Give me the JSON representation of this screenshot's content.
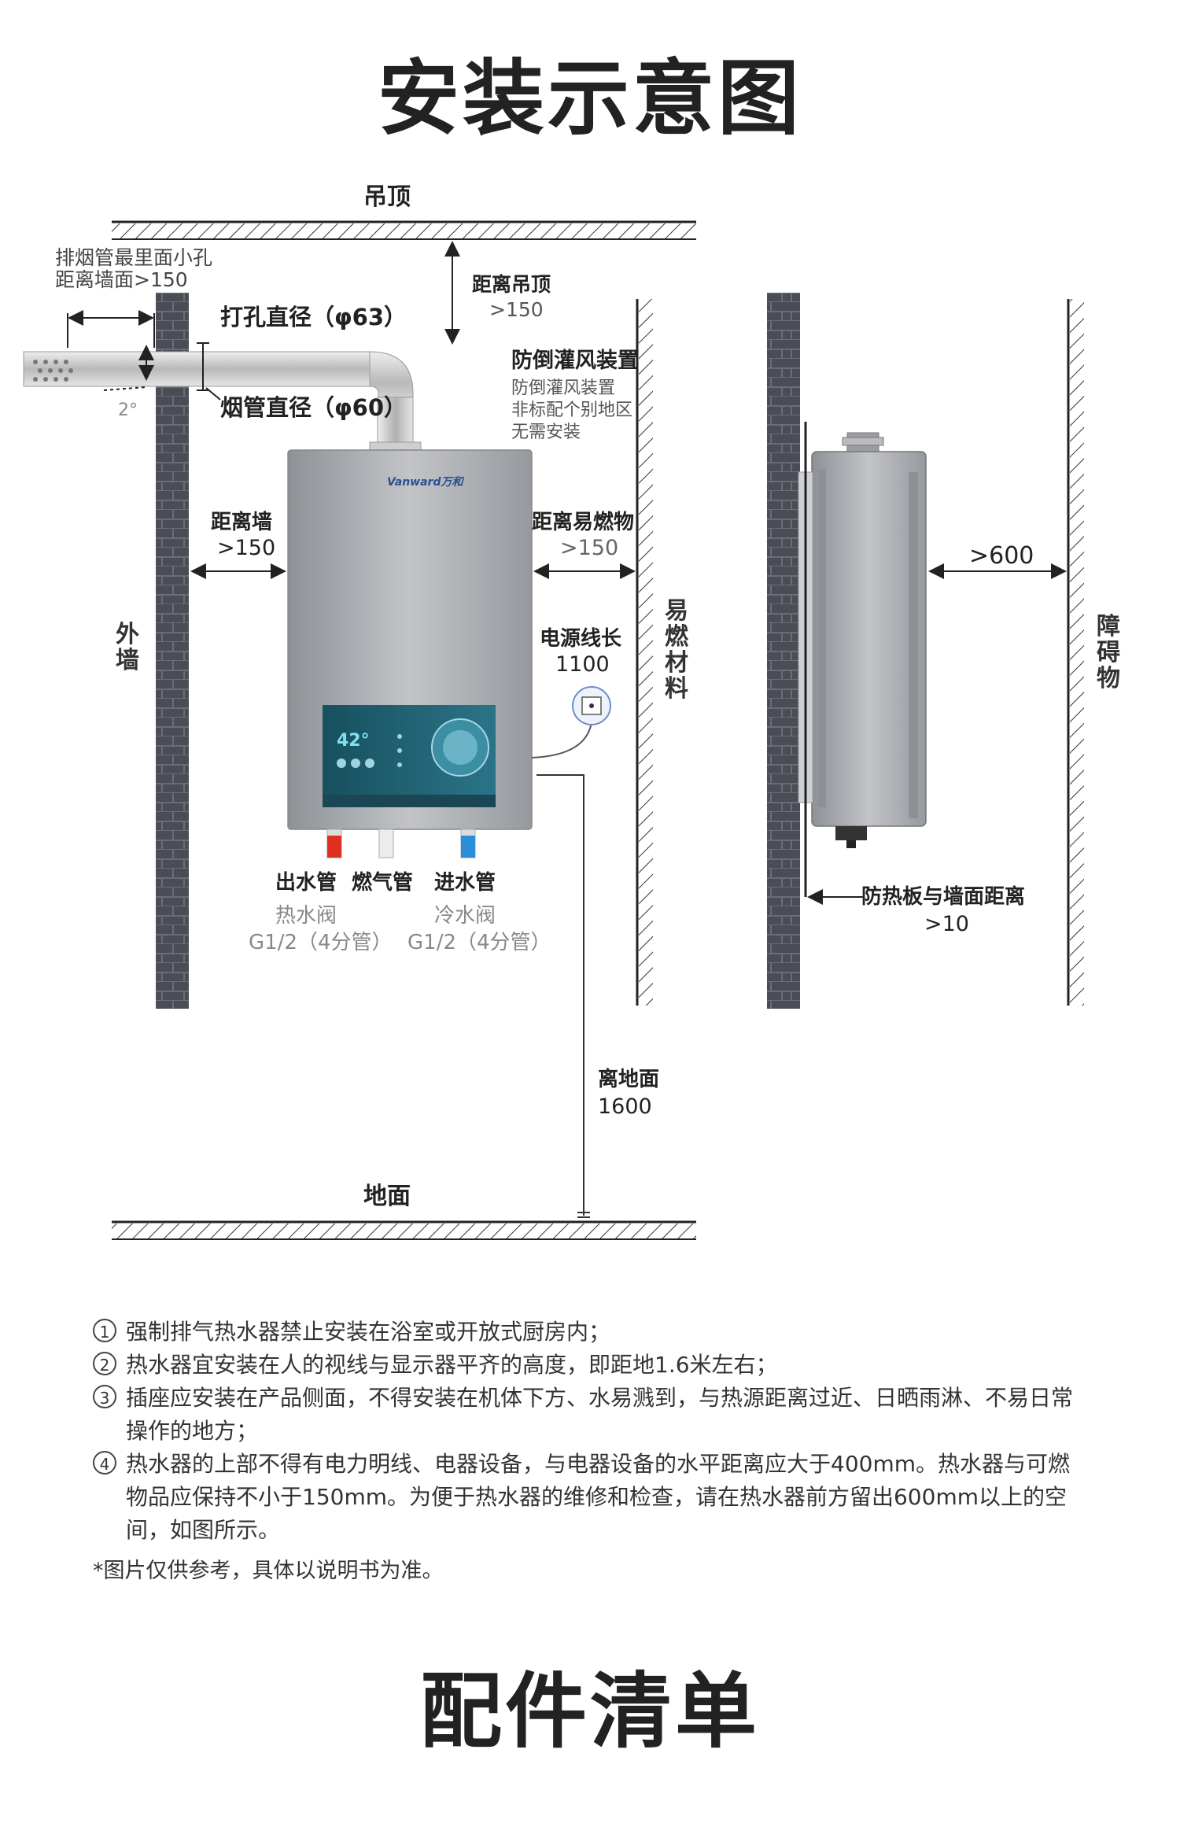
{
  "titles": {
    "install": "安装示意图",
    "accessories": "配件清单"
  },
  "labels": {
    "ceiling": "吊顶",
    "floor": "地面",
    "exhaust_hole_line1": "排烟管最里面小孔",
    "exhaust_hole_line2": "距离墙面>150",
    "drill_diameter": "打孔直径（φ63）",
    "pipe_diameter": "烟管直径（φ60）",
    "angle": "2°",
    "dist_ceiling": "距离吊顶",
    "dist_ceiling_val": ">150",
    "windproof_title": "防倒灌风装置",
    "windproof_line1": "防倒灌风装置",
    "windproof_line2": "非标配个别地区",
    "windproof_line3": "无需安装",
    "dist_wall": "距离墙",
    "dist_wall_val": ">150",
    "dist_flammable": "距离易燃物",
    "dist_flammable_val": ">150",
    "outer_wall": "外墙",
    "flammable_material": "易燃材料",
    "power_cord": "电源线长",
    "power_cord_val": "1100",
    "outlet_pipe": "出水管",
    "gas_pipe": "燃气管",
    "inlet_pipe": "进水管",
    "hot_valve": "热水阀",
    "hot_valve_spec": "G1/2（4分管）",
    "cold_valve": "冷水阀",
    "cold_valve_spec": "G1/2（4分管）",
    "floor_dist": "离地面",
    "floor_dist_val": "1600",
    "front_dist": ">600",
    "obstacle": "障碍物",
    "heat_shield": "防热板与墙面距离",
    "heat_shield_val": ">10",
    "brand": "Vanward万和",
    "display_temp": "42°"
  },
  "notes": [
    {
      "num": "1",
      "text": "强制排气热水器禁止安装在浴室或开放式厨房内；"
    },
    {
      "num": "2",
      "text": "热水器宜安装在人的视线与显示器平齐的高度，即距地1.6米左右；"
    },
    {
      "num": "3",
      "text": "插座应安装在产品侧面，不得安装在机体下方、水易溅到，与热源距离过近、日晒雨淋、不易日常操作的地方；"
    },
    {
      "num": "4",
      "text": "热水器的上部不得有电力明线、电器设备，与电器设备的水平距离应大于400mm。热水器与可燃物品应保持不小于150mm。为便于热水器的维修和检查，请在热水器前方留出600mm以上的空间，如图所示。"
    }
  ],
  "footnote": "*图片仅供参考，具体以说明书为准。",
  "colors": {
    "wall": "#4a4d55",
    "heater": "#a9acb1",
    "panel": "#1f5f6e",
    "hot": "#e03020",
    "cold": "#2a8fd8"
  }
}
